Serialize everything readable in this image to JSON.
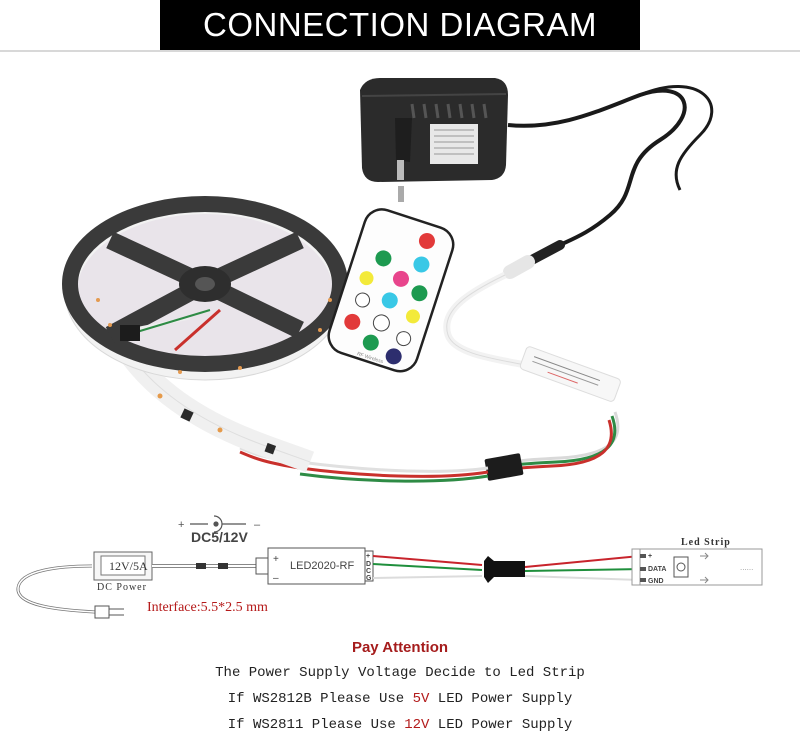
{
  "header": {
    "title": "CONNECTION DIAGRAM"
  },
  "photo": {
    "items": [
      "power-adapter",
      "led-strip-reel",
      "rf-remote",
      "led2020-rf-controller",
      "jst-connector"
    ],
    "remote_label": "RF Wireless"
  },
  "diagram": {
    "dc_jack": {
      "plus": "+",
      "minus": "–",
      "label": "DC5/12V"
    },
    "power_supply": {
      "rating": "12V/5A",
      "label": "DC Power"
    },
    "controller": {
      "name": "LED2020-RF",
      "input_plus": "+",
      "input_minus": "–",
      "pins": [
        "+",
        "D",
        "C",
        "G"
      ]
    },
    "interface_note": "Interface:5.5*2.5 mm",
    "led_strip": {
      "label": "Led Strip",
      "pins": [
        "+",
        "DATA",
        "GND"
      ],
      "continuation": "......"
    },
    "wire_colors": {
      "positive": "#c8242c",
      "data": "#1f8f3c",
      "ground": "#dcdcdc"
    }
  },
  "notes": {
    "heading": "Pay Attention",
    "line1": "The Power Supply Voltage Decide to Led Strip",
    "line2": {
      "prefix": "If WS2812B Please Use ",
      "voltage": "5V",
      "suffix": " LED Power Supply"
    },
    "line3": {
      "prefix": "If WS2811 Please Use ",
      "voltage": "12V",
      "suffix": " LED Power Supply"
    }
  }
}
